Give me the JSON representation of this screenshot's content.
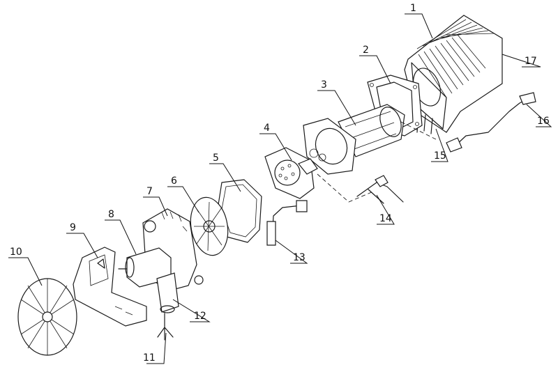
{
  "diagram": {
    "part_labels": [
      "1",
      "2",
      "3",
      "4",
      "5",
      "6",
      "7",
      "8",
      "9",
      "10",
      "11",
      "12",
      "13",
      "14",
      "15",
      "16",
      "17"
    ]
  }
}
